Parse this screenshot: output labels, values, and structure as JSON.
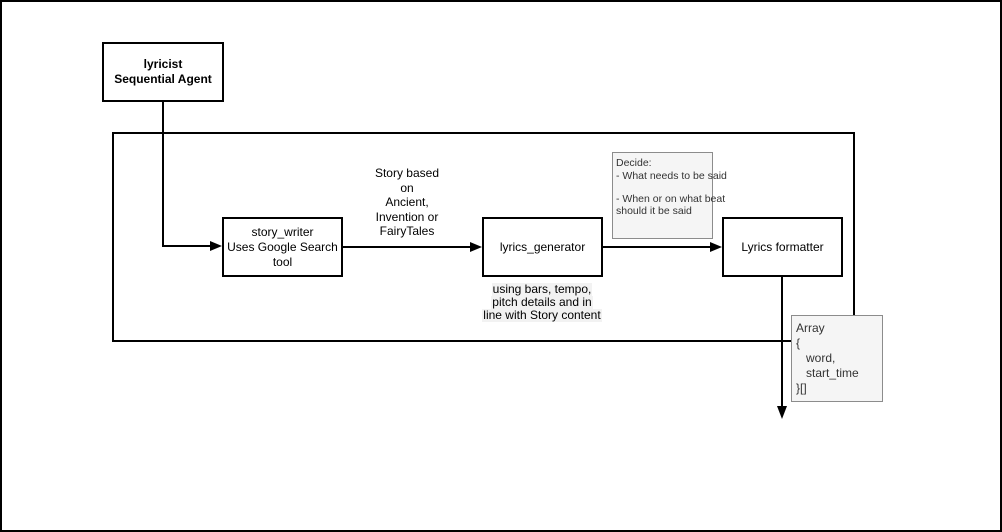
{
  "diagram": {
    "title_box": {
      "lines": [
        "lyricist",
        "Sequential Agent"
      ]
    },
    "nodes": {
      "story_writer": {
        "lines": [
          "story_writer",
          "Uses Google Search",
          "tool"
        ]
      },
      "lyrics_generator": {
        "lines": [
          "lyrics_generator"
        ]
      },
      "lyrics_formatter": {
        "lines": [
          "Lyrics formatter"
        ]
      }
    },
    "edge_labels": {
      "story_based": {
        "lines": [
          "Story based",
          "on",
          "Ancient,",
          "Invention or",
          "FairyTales"
        ]
      },
      "using_bars": {
        "lines": [
          "using bars, tempo,",
          "pitch details and in",
          "line with Story content"
        ]
      }
    },
    "notes": {
      "decide": {
        "lines": [
          "Decide:",
          "- What needs to be said",
          "",
          "- When or on what beat",
          "should it be said"
        ]
      },
      "array": {
        "lines": [
          "Array",
          "{",
          "   word,",
          "   start_time",
          "}[]"
        ]
      }
    },
    "colors": {
      "line": "#000000",
      "box_fill": "#ffffff",
      "box_border": "#000000",
      "note_fill": "#f5f5f5",
      "note_border": "#8c8c8c",
      "note_text": "#333333",
      "label_highlight": "#f2f2f2"
    }
  }
}
